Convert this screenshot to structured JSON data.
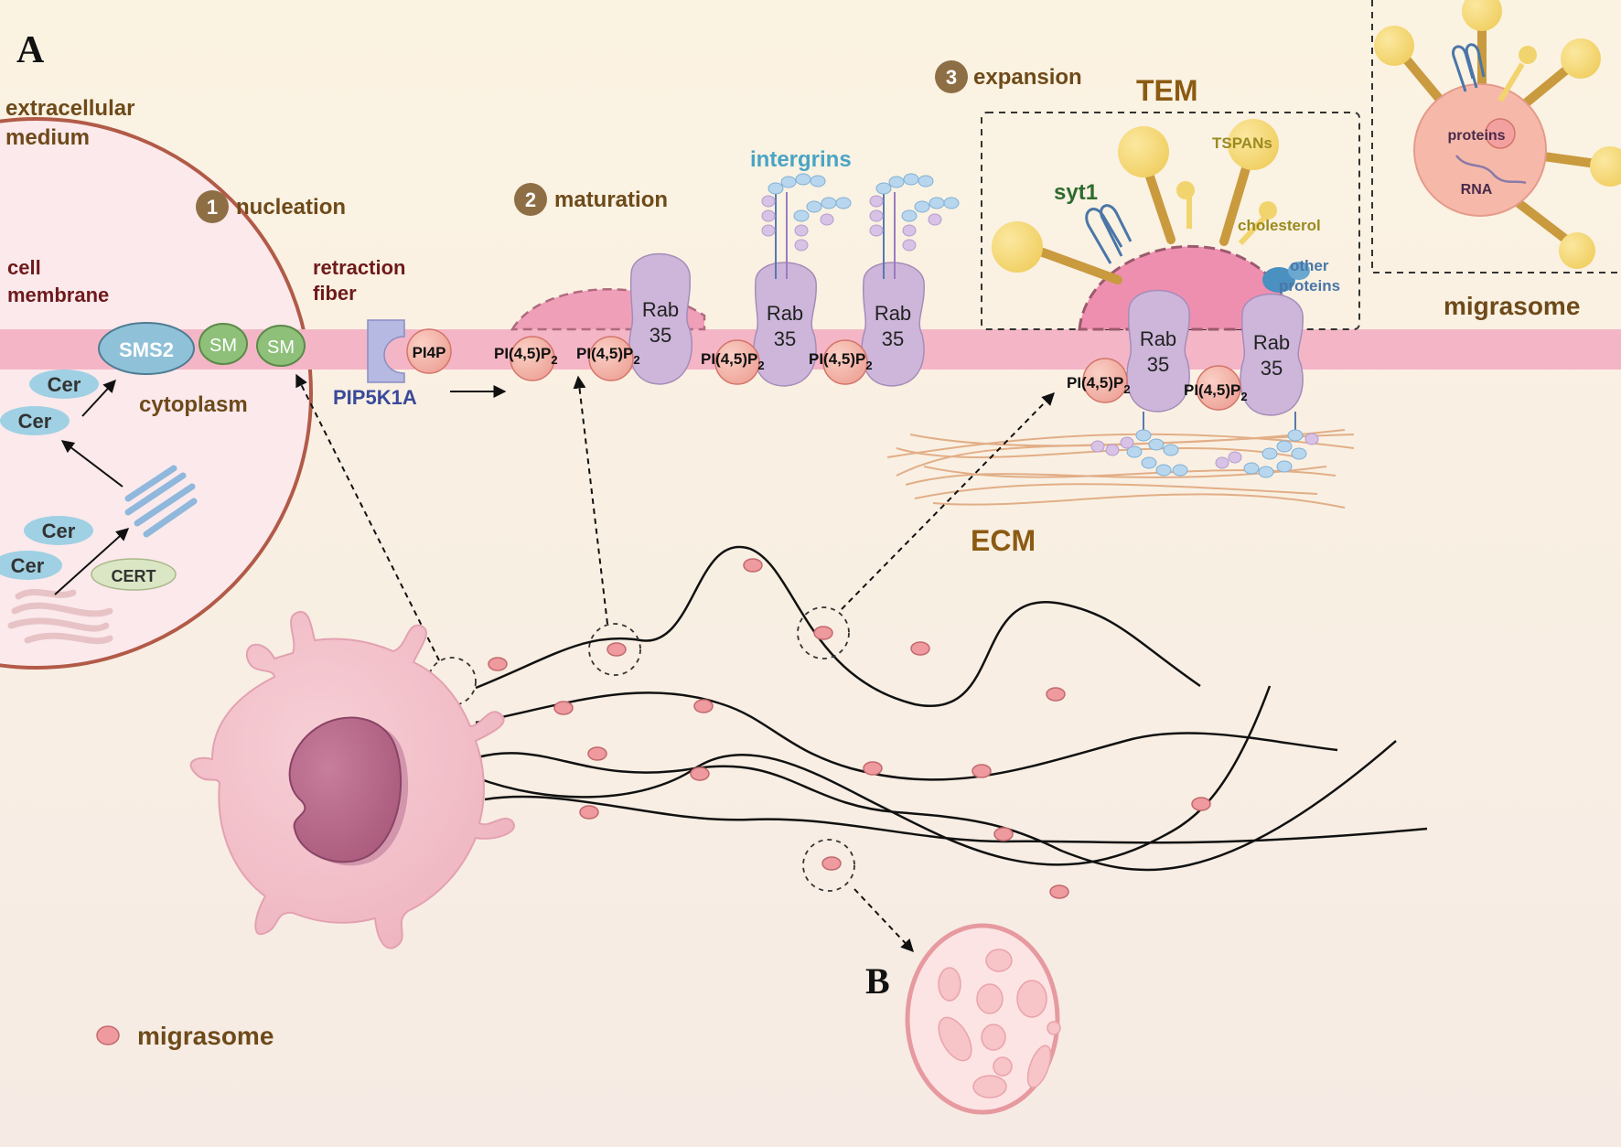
{
  "panel_labels": {
    "a": "A",
    "b": "B"
  },
  "regions": {
    "extracellular_1": "extracellular",
    "extracellular_2": "medium",
    "cell_membrane_1": "cell",
    "cell_membrane_2": "membrane",
    "cytoplasm": "cytoplasm",
    "retraction_1": "retraction",
    "retraction_2": "fiber",
    "ecm": "ECM",
    "tem": "TEM",
    "migrasome_title": "migrasome",
    "intergrins": "intergrins"
  },
  "steps": [
    {
      "number": "1",
      "label": "nucleation"
    },
    {
      "number": "2",
      "label": "maturation"
    },
    {
      "number": "3",
      "label": "expansion"
    }
  ],
  "molecules": {
    "sms2": "SMS2",
    "sm": "SM",
    "cer": "Cer",
    "cert": "CERT",
    "pip5k1a": "PIP5K1A",
    "pi4p": "PI4P",
    "pip2": "PI(4,5)P",
    "pip2_sub": "2",
    "rab_1": "Rab",
    "rab_2": "35",
    "syt1": "syt1",
    "tspans": "TSPANs",
    "cholesterol": "cholesterol",
    "other_1": "other",
    "other_2": "proteins",
    "proteins": "proteins",
    "rna": "RNA"
  },
  "legend": {
    "label": "migrasome"
  },
  "colors": {
    "background": "#f7eee4",
    "membrane": "#f4b6c6",
    "rab": "#cdb6da",
    "pip2": "#f3b3a6",
    "migrasome_dot": "#ee9a9e",
    "step_badge": "#8e6e45",
    "title_brown": "#8b5a12",
    "label_maroon": "#6e1a1a",
    "integrin_blue": "#4aa4c4",
    "tspan_yellow": "#f2d46e"
  }
}
